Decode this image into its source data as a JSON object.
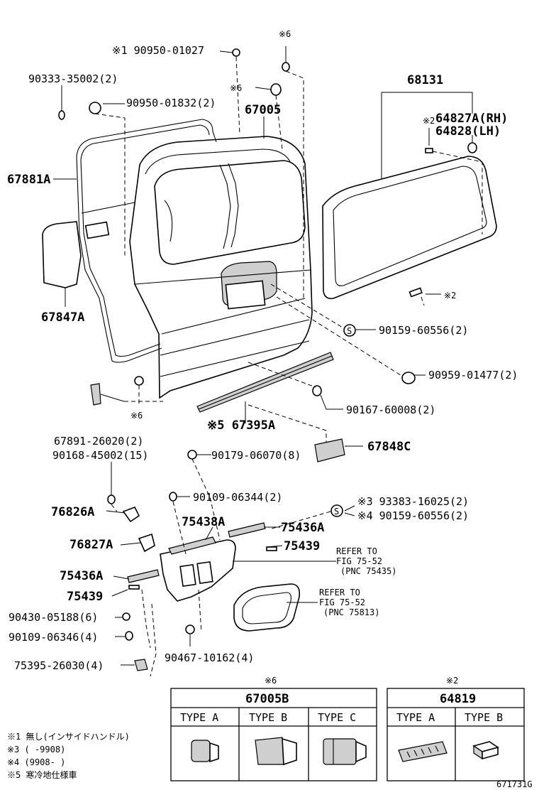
{
  "labels": {
    "p90950_01027": "※1 90950-01027",
    "mark6_top": "※6",
    "p90333": "90333-35002(2)",
    "p90950_01832": "90950-01832(2)",
    "mark6_b": "※6",
    "p67005": "67005",
    "p68131": "68131",
    "mark2_a": "※2",
    "p64827a": "64827A(RH)",
    "p64828": "64828(LH)",
    "p67881a": "67881A",
    "p67847a": "67847A",
    "mark2_b": "※2",
    "p90159_a": "90159-60556(2)",
    "p90959": "90959-01477(2)",
    "p90167": "90167-60008(2)",
    "mark6_c": "※6",
    "p67395a": "※5 67395A",
    "p67891": "67891-26020(2)",
    "p67848c": "67848C",
    "p90168": "90168-45002(15)",
    "p90179": "90179-06070(8)",
    "p90109_06344": "90109-06344(2)",
    "p93383": "※3 93383-16025(2)",
    "p90159_b": "※4 90159-60556(2)",
    "p76826a": "76826A",
    "p75438a": "75438A",
    "p75436a_r": "75436A",
    "p76827a": "76827A",
    "p75439_r": "75439",
    "refer1_a": "REFER TO",
    "refer1_b": "FIG 75-52",
    "refer1_c": "(PNC 75435)",
    "p75436a_l": "75436A",
    "p75439_l": "75439",
    "refer2_a": "REFER TO",
    "refer2_b": "FIG 75-52",
    "refer2_c": "(PNC 75813)",
    "p90430": "90430-05188(6)",
    "p90109_06346": "90109-06346(4)",
    "p90467": "90467-10162(4)",
    "p75395": "75395-26030(4)",
    "s_mark_1": "S",
    "s_mark_2": "S"
  },
  "table1": {
    "mark": "※6",
    "part": "67005B",
    "types": [
      "TYPE A",
      "TYPE B",
      "TYPE C"
    ]
  },
  "table2": {
    "mark": "※2",
    "part": "64819",
    "types": [
      "TYPE A",
      "TYPE B"
    ]
  },
  "notes": [
    "※1  無し(インサイドハンドル)",
    "※3  (       -9908)",
    "※4  (9908-       )",
    "※5  寒冷地仕様車"
  ],
  "figure_code": "671731G"
}
